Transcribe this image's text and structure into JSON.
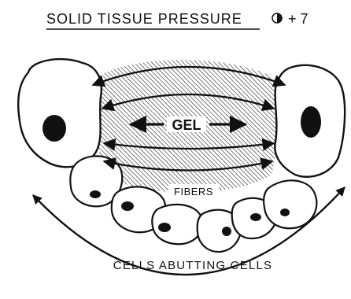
{
  "title": {
    "text": "SOLID TISSUE PRESSURE",
    "value": "+ 7"
  },
  "labels": {
    "gel": "GEL",
    "fibers": "FIBERS",
    "cells": "CELLS ABUTTING CELLS"
  },
  "icons": {
    "pressure_symbol": "half-filled-circle-icon"
  },
  "colors": {
    "ink": "#111111",
    "paper": "#ffffff"
  }
}
